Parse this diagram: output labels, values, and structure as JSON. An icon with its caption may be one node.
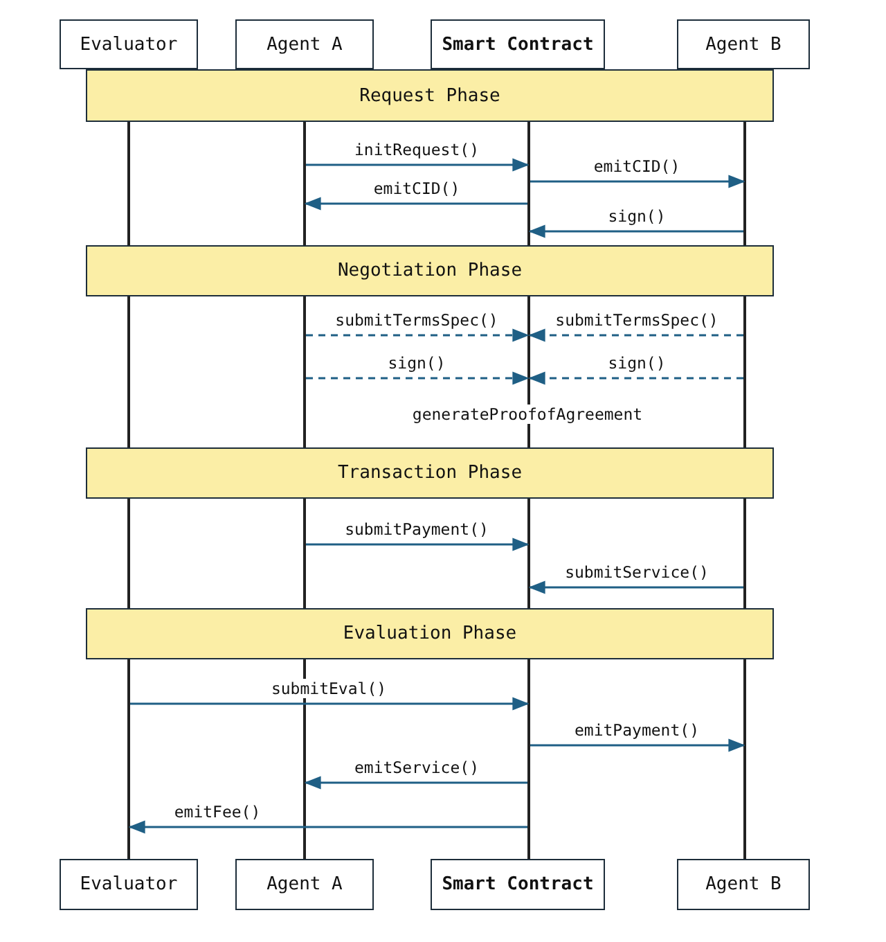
{
  "diagram": {
    "nodes": [
      {
        "text": [
          "Evaluator"
        ]
      },
      {
        "text": [
          "Agent A"
        ]
      },
      {
        "text": [
          "Smart Contract"
        ]
      },
      {
        "text": [
          "Agent B"
        ]
      },
      {
        "text": [
          "Request Phase"
        ]
      },
      {
        "text": [
          "Negotiation Phase"
        ]
      },
      {
        "text": [
          "Transaction Phase"
        ]
      },
      {
        "text": [
          "Evaluation Phase"
        ]
      },
      {
        "text": [
          "Evaluator"
        ]
      },
      {
        "text": [
          "Agent A"
        ]
      },
      {
        "text": [
          "Smart Contract"
        ]
      },
      {
        "text": [
          "Agent B"
        ]
      },
      {
        "text": [],
        "shape": "bar"
      },
      {
        "text": [],
        "shape": "bar"
      },
      {
        "text": [],
        "shape": "bar"
      },
      {
        "text": [],
        "shape": "bar"
      },
      {
        "text": [],
        "shape": "bar"
      },
      {
        "text": [],
        "shape": "bar"
      },
      {
        "text": [],
        "shape": "bar"
      },
      {
        "text": [],
        "shape": "bar"
      },
      {
        "text": [],
        "shape": "bar"
      },
      {
        "text": [],
        "shape": "bar"
      },
      {
        "text": [],
        "shape": "bar"
      },
      {
        "text": [],
        "shape": "bar"
      },
      {
        "text": [],
        "shape": "bar"
      },
      {
        "text": [],
        "shape": "bar"
      },
      {
        "text": [],
        "shape": "bar"
      },
      {
        "text": [],
        "shape": "bar"
      }
    ],
    "edges": [
      {
        "from": 13,
        "to": 14,
        "arrow": "to",
        "label": "initRequest()"
      },
      {
        "from": 14,
        "to": 15,
        "arrow": "to",
        "label": "emitCID()"
      },
      {
        "from": 14,
        "to": 13,
        "arrow": "to",
        "label": "emitCID()"
      },
      {
        "from": 15,
        "to": 14,
        "arrow": "to",
        "label": "sign()"
      },
      {
        "from": 17,
        "to": 18,
        "arrow": "to",
        "label": "submitTermsSpec()",
        "style": "dashed"
      },
      {
        "from": 19,
        "to": 18,
        "arrow": "to",
        "label": "submitTermsSpec()",
        "style": "dashed"
      },
      {
        "from": 17,
        "to": 18,
        "arrow": "to",
        "label": "sign()",
        "style": "dashed"
      },
      {
        "from": 19,
        "to": 18,
        "arrow": "to",
        "label": "sign()",
        "style": "dashed"
      },
      {
        "from": 21,
        "to": 22,
        "arrow": "to",
        "label": "submitPayment()"
      },
      {
        "from": 23,
        "to": 22,
        "arrow": "to",
        "label": "submitService()"
      },
      {
        "from": 24,
        "to": 26,
        "arrow": "to",
        "label": "submitEval()"
      },
      {
        "from": 26,
        "to": 27,
        "arrow": "to",
        "label": "emitPayment()"
      },
      {
        "from": 26,
        "to": 25,
        "arrow": "to",
        "label": "emitService()"
      },
      {
        "from": 26,
        "to": 24,
        "arrow": "to",
        "label": "emitFee()"
      }
    ],
    "labels": [
      "generateProofofAgreement"
    ]
  }
}
